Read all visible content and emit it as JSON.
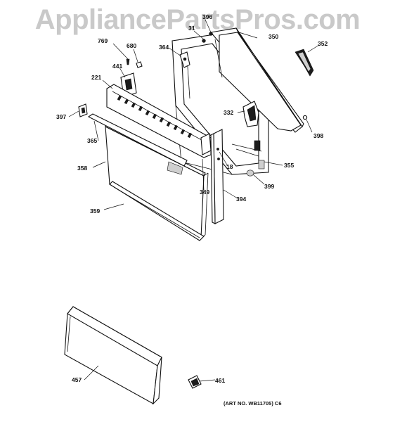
{
  "watermark": "AppliancePartsPros.com",
  "art_number": "(ART NO. WB11705) C6",
  "callouts": {
    "p396": "396",
    "p31": "31",
    "p350": "350",
    "p769": "769",
    "p680": "680",
    "p364": "364",
    "p352": "352",
    "p441": "441",
    "p221": "221",
    "p332": "332",
    "p397": "397",
    "p398": "398",
    "p365": "365",
    "p18": "18",
    "p355": "355",
    "p358": "358",
    "p399": "399",
    "p349": "349",
    "p394": "394",
    "p359": "359",
    "p457": "457",
    "p461": "461"
  }
}
